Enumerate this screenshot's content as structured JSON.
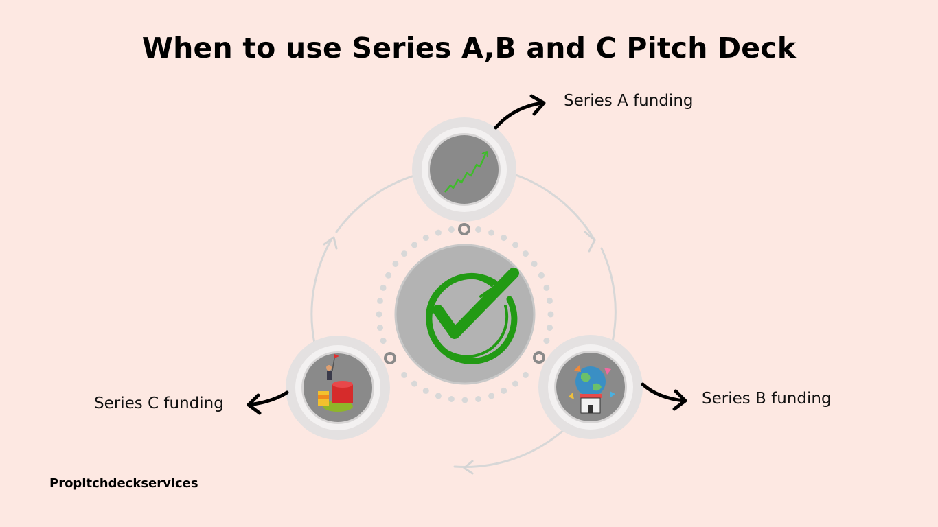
{
  "title": "When to use Series A,B and C Pitch Deck",
  "stages": [
    {
      "label": "Series A funding",
      "icon": "growth-chart-icon"
    },
    {
      "label": "Series B funding",
      "icon": "global-market-expansion-icon"
    },
    {
      "label": "Series C funding",
      "icon": "success-pie-chart-icon"
    }
  ],
  "center_icon": "checkmark-icon",
  "brand": "Propitchdeckservices",
  "colors": {
    "background": "#fde8e2",
    "circle_fill": "#8a8a8a",
    "center_fill": "#b5b5b5",
    "ring": "#d9d9d9",
    "check": "#1f9a12"
  }
}
